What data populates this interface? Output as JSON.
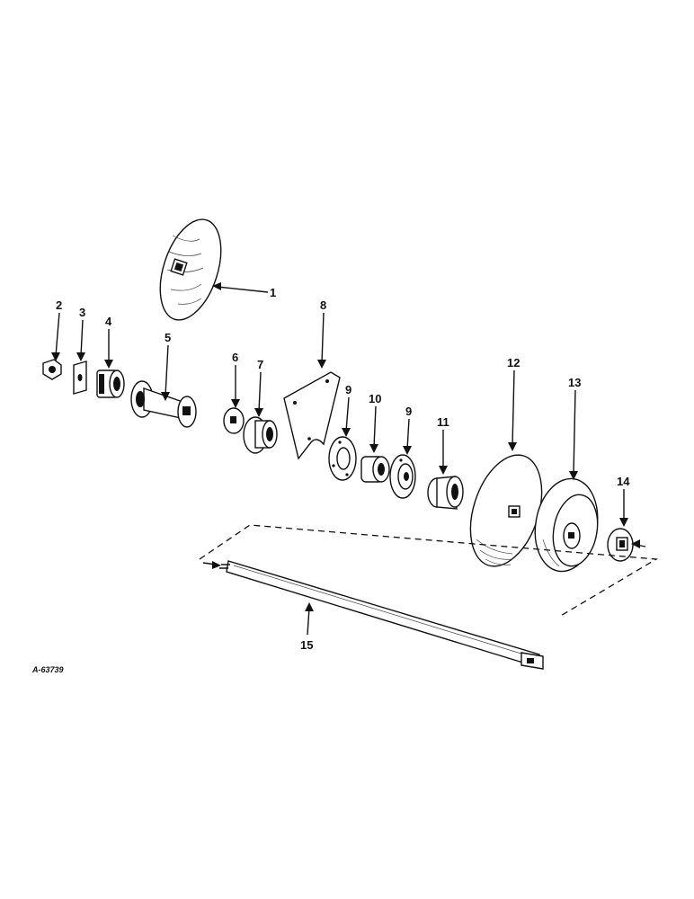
{
  "diagram": {
    "drawing_code": "A-63739",
    "callouts": [
      "1",
      "2",
      "3",
      "4",
      "5",
      "6",
      "7",
      "8",
      "9",
      "10",
      "9",
      "11",
      "12",
      "13",
      "14",
      "15"
    ]
  }
}
